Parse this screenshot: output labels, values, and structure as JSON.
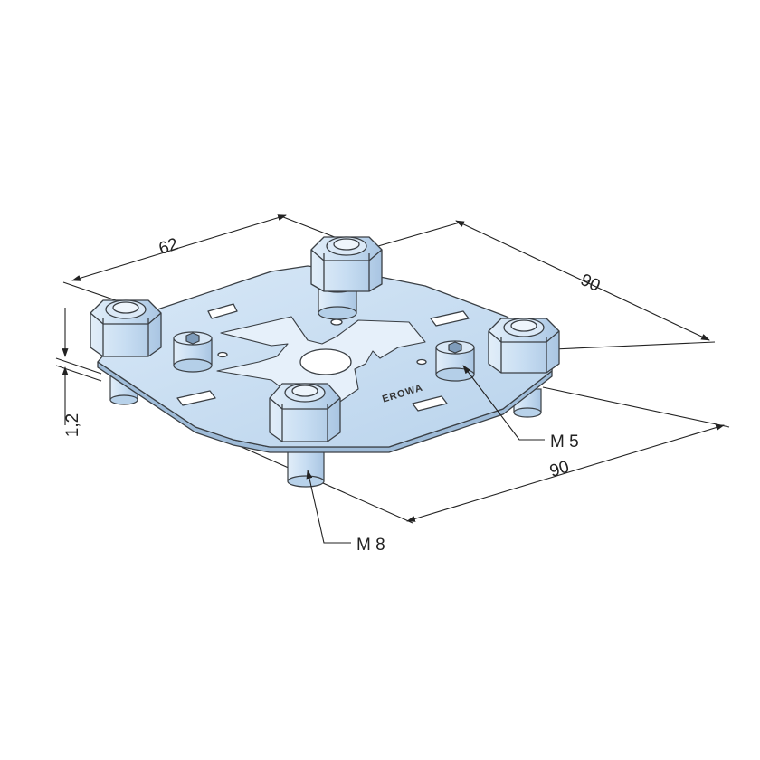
{
  "dimensions": {
    "top_span": "62",
    "right_depth": "90",
    "bottom_width": "90",
    "thickness": "1,2"
  },
  "callouts": {
    "m5": "M 5",
    "m8": "M 8"
  },
  "logo": "EROWA",
  "colors": {
    "plate_fill": "#c9def2",
    "plate_stroke": "#3a3f44",
    "nut_fill": "#cfe2f5",
    "nut_shade": "#a9c6e3",
    "line": "#222222"
  }
}
